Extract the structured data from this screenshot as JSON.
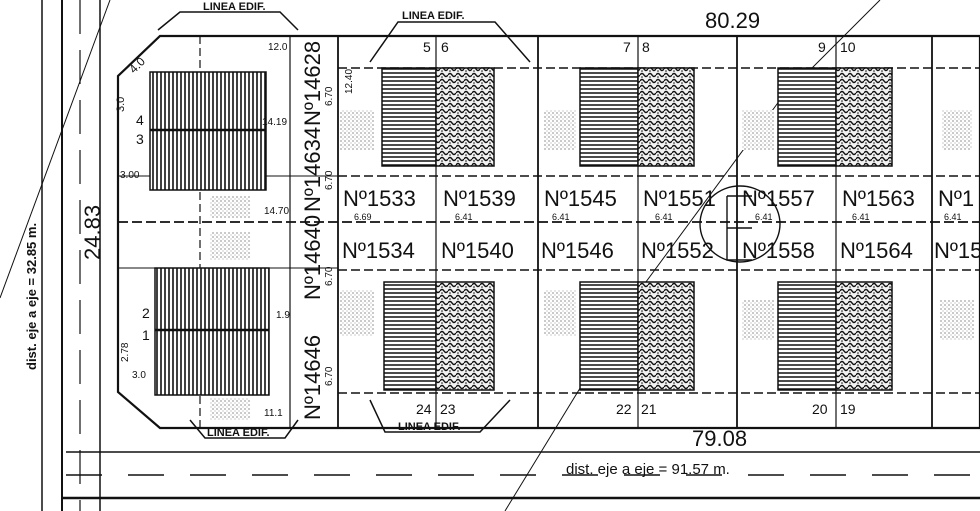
{
  "labels": {
    "linea_top_left": "LINEA EDIF.",
    "linea_top_center": "LINEA EDIF.",
    "linea_bottom_left": "LINEA EDIF.",
    "linea_bottom_center": "LINEA EDIF.",
    "frontage_top": "80.29",
    "frontage_bottom": "79.08",
    "side_dimension": "24.83",
    "dist_vertical": "dist. eje a eje = 32.85 m.",
    "dist_horizontal": "dist. eje a eje = 91.57 m."
  },
  "top_row_addresses": [
    "Nº1533",
    "Nº1539",
    "Nº1545",
    "Nº1551",
    "Nº1557",
    "Nº1563",
    "Nº1"
  ],
  "bottom_row_addresses": [
    "Nº1534",
    "Nº1540",
    "Nº1546",
    "Nº1552",
    "Nº1558",
    "Nº1564",
    "Nº15"
  ],
  "left_addresses": [
    "Nº14628",
    "Nº14634",
    "Nº14640",
    "Nº14646"
  ],
  "frontage_widths": [
    "6.69",
    "6.41",
    "6.41",
    "6.41",
    "6.41",
    "6.41",
    "6.41"
  ],
  "lot_numbers_top": [
    "5",
    "6",
    "7",
    "8",
    "9",
    "10"
  ],
  "lot_numbers_bottom": [
    "24",
    "23",
    "22",
    "21",
    "20",
    "19"
  ],
  "small_dims": {
    "d1": "12.0",
    "d2": "14.19",
    "d3": "14.70",
    "d4": "11.1",
    "d5": "1.9",
    "v1": "6.70",
    "v2": "6.70",
    "v3": "6.70",
    "v4": "6.70",
    "vt": "12.40",
    "c1": "4.0",
    "c2": "3.0",
    "c3": "3.00",
    "c4": "2.78",
    "c5": "3.0",
    "n4": "4",
    "n3": "3",
    "n2": "2",
    "n1": "1"
  }
}
